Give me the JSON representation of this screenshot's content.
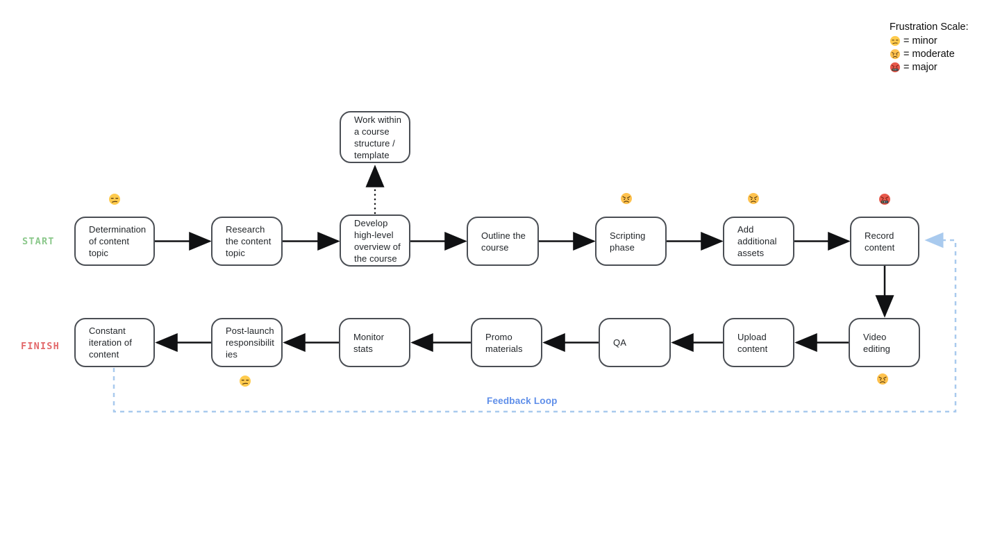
{
  "diagram": {
    "start_label": "START",
    "finish_label": "FINISH",
    "feedback_loop_label": "Feedback Loop"
  },
  "legend": {
    "title": "Frustration Scale:",
    "items": [
      {
        "icon": "unamused-face-emoji",
        "char": "😒",
        "label": "= minor"
      },
      {
        "icon": "angry-face-emoji",
        "char": "😠",
        "label": "= moderate"
      },
      {
        "icon": "cursing-face-emoji",
        "char": "🤬",
        "label": "= major"
      }
    ]
  },
  "nodes": [
    {
      "id": "determination",
      "label": "Determination of content topic"
    },
    {
      "id": "research",
      "label": "Research the content topic"
    },
    {
      "id": "develop-overview",
      "label": "Develop high-level overview of the course"
    },
    {
      "id": "course-structure",
      "label": "Work within a course structure / template"
    },
    {
      "id": "outline",
      "label": "Outline the course"
    },
    {
      "id": "scripting",
      "label": "Scripting phase"
    },
    {
      "id": "add-assets",
      "label": "Add additional assets"
    },
    {
      "id": "record",
      "label": "Record content"
    },
    {
      "id": "video-editing",
      "label": "Video editing"
    },
    {
      "id": "upload",
      "label": "Upload content"
    },
    {
      "id": "qa",
      "label": "QA"
    },
    {
      "id": "promo",
      "label": "Promo materials"
    },
    {
      "id": "monitor",
      "label": "Monitor stats"
    },
    {
      "id": "post-launch",
      "label": "Post-launch responsibilities"
    },
    {
      "id": "iteration",
      "label": "Constant iteration of content"
    }
  ],
  "edges": [
    {
      "from": "determination",
      "to": "research",
      "style": "solid"
    },
    {
      "from": "research",
      "to": "develop-overview",
      "style": "solid"
    },
    {
      "from": "develop-overview",
      "to": "course-structure",
      "style": "dotted"
    },
    {
      "from": "develop-overview",
      "to": "outline",
      "style": "solid"
    },
    {
      "from": "outline",
      "to": "scripting",
      "style": "solid"
    },
    {
      "from": "scripting",
      "to": "add-assets",
      "style": "solid"
    },
    {
      "from": "add-assets",
      "to": "record",
      "style": "solid"
    },
    {
      "from": "record",
      "to": "video-editing",
      "style": "solid"
    },
    {
      "from": "video-editing",
      "to": "upload",
      "style": "solid"
    },
    {
      "from": "upload",
      "to": "qa",
      "style": "solid"
    },
    {
      "from": "qa",
      "to": "promo",
      "style": "solid"
    },
    {
      "from": "promo",
      "to": "monitor",
      "style": "solid"
    },
    {
      "from": "monitor",
      "to": "post-launch",
      "style": "solid"
    },
    {
      "from": "post-launch",
      "to": "iteration",
      "style": "solid"
    },
    {
      "from": "iteration",
      "to": "record",
      "style": "dashed-blue",
      "label": "Feedback Loop"
    }
  ],
  "frustration_markers": [
    {
      "node": "determination",
      "severity": "minor",
      "char": "😒",
      "position": "above"
    },
    {
      "node": "scripting",
      "severity": "moderate",
      "char": "😠",
      "position": "above"
    },
    {
      "node": "add-assets",
      "severity": "moderate",
      "char": "😠",
      "position": "above"
    },
    {
      "node": "record",
      "severity": "major",
      "char": "🤬",
      "position": "above"
    },
    {
      "node": "video-editing",
      "severity": "moderate",
      "char": "😠",
      "position": "below"
    },
    {
      "node": "post-launch",
      "severity": "minor",
      "char": "😒",
      "position": "below"
    }
  ],
  "colors": {
    "start_label": "#8BC88B",
    "finish_label": "#E3696B",
    "feedback_label": "#5E8EE9",
    "feedback_dash": "#A9CAEE",
    "node_border": "#4A4E54",
    "arrow": "#101113"
  }
}
